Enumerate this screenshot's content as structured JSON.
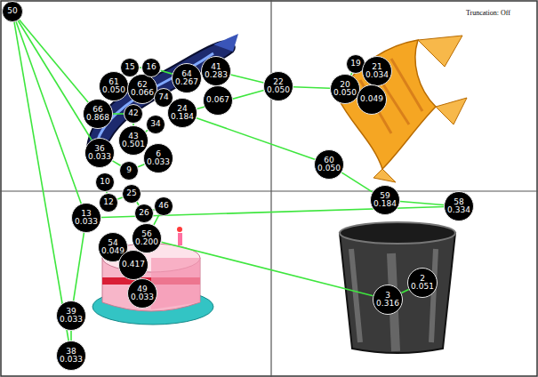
{
  "diagram": {
    "nodes": [
      {
        "text": [
          "50"
        ]
      },
      {
        "text": [
          "61",
          "0.050"
        ]
      },
      {
        "text": [
          "15"
        ]
      },
      {
        "text": [
          "62",
          "0.066"
        ]
      },
      {
        "text": [
          "16"
        ]
      },
      {
        "text": [
          "64",
          "0.267"
        ]
      },
      {
        "text": [
          "41",
          "0.283"
        ]
      },
      {
        "text": [
          "0.067"
        ]
      },
      {
        "text": [
          "22",
          "0.050"
        ]
      },
      {
        "text": [
          "19"
        ]
      },
      {
        "text": [
          "20",
          "0.050"
        ]
      },
      {
        "text": [
          "21",
          "0.034"
        ]
      },
      {
        "text": [
          "0.049"
        ]
      },
      {
        "text": [
          "66",
          "0.868"
        ]
      },
      {
        "text": [
          "74"
        ]
      },
      {
        "text": [
          "24",
          "0.184"
        ]
      },
      {
        "text": [
          "42"
        ]
      },
      {
        "text": [
          "43",
          "0.501"
        ]
      },
      {
        "text": [
          "34"
        ]
      },
      {
        "text": [
          "36",
          "0.033"
        ]
      },
      {
        "text": [
          "6",
          "0.033"
        ]
      },
      {
        "text": [
          "60",
          "0.050"
        ]
      },
      {
        "text": [
          "59",
          "0.184"
        ]
      },
      {
        "text": [
          "58",
          "0.334"
        ]
      },
      {
        "text": [
          "9"
        ]
      },
      {
        "text": [
          "10"
        ]
      },
      {
        "text": [
          "12"
        ]
      },
      {
        "text": [
          "13",
          "0.033"
        ]
      },
      {
        "text": [
          "25"
        ]
      },
      {
        "text": [
          "26"
        ]
      },
      {
        "text": [
          "46"
        ]
      },
      {
        "text": [
          "56",
          "0.200"
        ]
      },
      {
        "text": [
          "54",
          "0.049"
        ]
      },
      {
        "text": [
          "0.417"
        ]
      },
      {
        "text": [
          "49",
          "0.033"
        ]
      },
      {
        "text": [
          "39",
          "0.033"
        ]
      },
      {
        "text": [
          "38",
          "0.033"
        ]
      },
      {
        "text": [
          "3",
          "0.316"
        ]
      },
      {
        "text": [
          "2",
          "0.051"
        ]
      }
    ],
    "edges": [
      {
        "from": 0,
        "to": 13,
        "arrow": "none"
      },
      {
        "from": 0,
        "to": 19,
        "arrow": "none"
      },
      {
        "from": 0,
        "to": 27,
        "arrow": "none"
      },
      {
        "from": 36,
        "to": 0,
        "arrow": "none"
      },
      {
        "from": 1,
        "to": 2,
        "arrow": "none"
      },
      {
        "from": 2,
        "to": 4,
        "arrow": "none"
      },
      {
        "from": 4,
        "to": 5,
        "arrow": "none"
      },
      {
        "from": 5,
        "to": 6,
        "arrow": "none"
      },
      {
        "from": 6,
        "to": 8,
        "arrow": "none"
      },
      {
        "from": 8,
        "to": 10,
        "arrow": "none"
      },
      {
        "from": 10,
        "to": 9,
        "arrow": "none"
      },
      {
        "from": 9,
        "to": 11,
        "arrow": "none"
      },
      {
        "from": 11,
        "to": 12,
        "arrow": "none"
      },
      {
        "from": 8,
        "to": 15,
        "arrow": "none"
      },
      {
        "from": 15,
        "to": 21,
        "arrow": "none"
      },
      {
        "from": 21,
        "to": 22,
        "arrow": "none"
      },
      {
        "from": 22,
        "to": 23,
        "arrow": "none"
      },
      {
        "from": 23,
        "to": 27,
        "arrow": "none"
      },
      {
        "from": 13,
        "to": 16,
        "arrow": "none"
      },
      {
        "from": 16,
        "to": 17,
        "arrow": "none"
      },
      {
        "from": 17,
        "to": 18,
        "arrow": "none"
      },
      {
        "from": 14,
        "to": 15,
        "arrow": "none"
      },
      {
        "from": 3,
        "to": 14,
        "arrow": "none"
      },
      {
        "from": 19,
        "to": 24,
        "arrow": "none"
      },
      {
        "from": 24,
        "to": 20,
        "arrow": "none"
      },
      {
        "from": 25,
        "to": 26,
        "arrow": "none"
      },
      {
        "from": 26,
        "to": 28,
        "arrow": "none"
      },
      {
        "from": 28,
        "to": 29,
        "arrow": "none"
      },
      {
        "from": 29,
        "to": 30,
        "arrow": "none"
      },
      {
        "from": 30,
        "to": 31,
        "arrow": "none"
      },
      {
        "from": 31,
        "to": 33,
        "arrow": "none"
      },
      {
        "from": 32,
        "to": 33,
        "arrow": "none"
      },
      {
        "from": 33,
        "to": 34,
        "arrow": "none"
      },
      {
        "from": 31,
        "to": 37,
        "arrow": "none"
      },
      {
        "from": 37,
        "to": 38,
        "arrow": "none"
      },
      {
        "from": 35,
        "to": 36,
        "arrow": "none"
      },
      {
        "from": 27,
        "to": 35,
        "arrow": "none"
      }
    ],
    "labels": [
      "Truncation: Off"
    ]
  }
}
